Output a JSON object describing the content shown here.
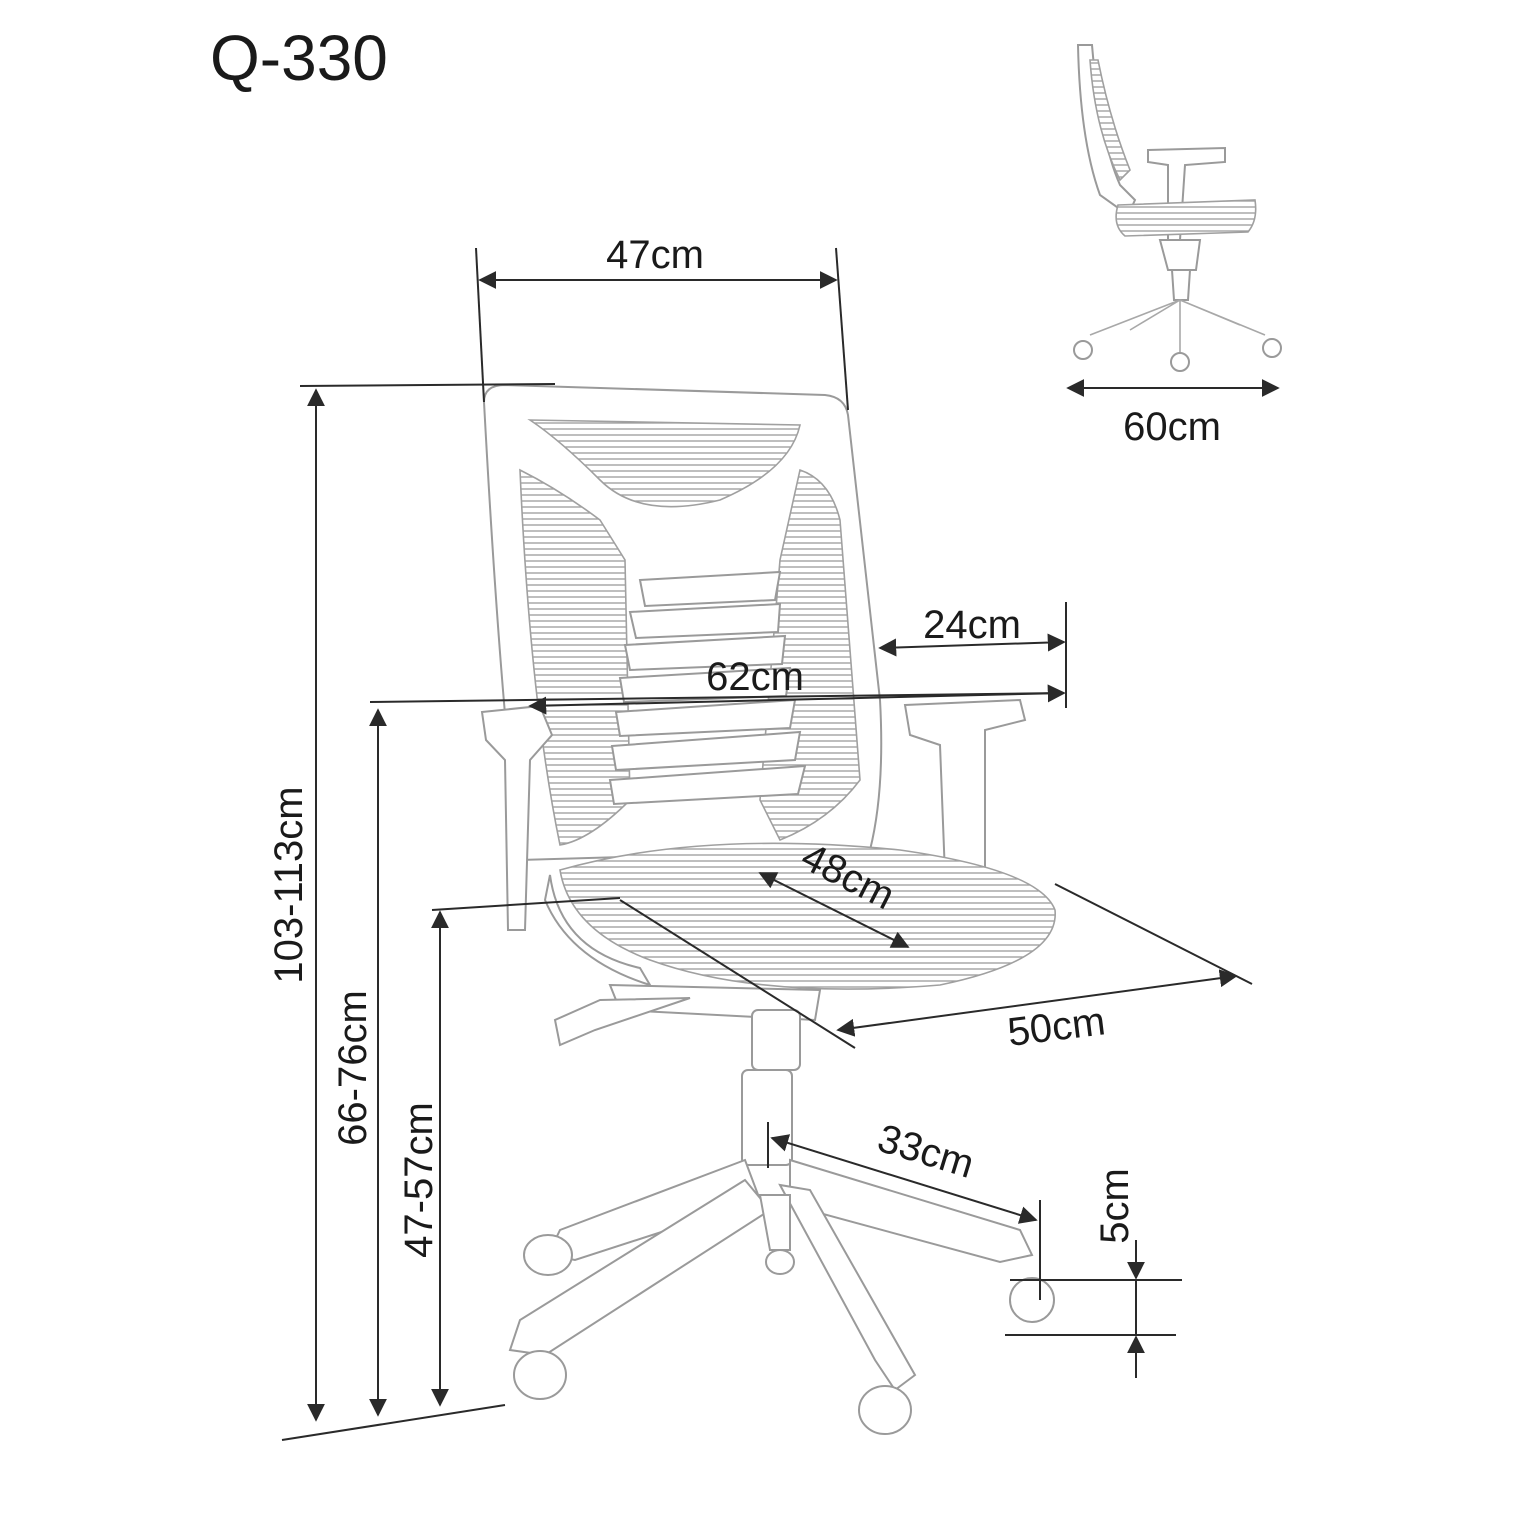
{
  "model_title": "Q-330",
  "dimensions": {
    "backrest_width": "47cm",
    "base_diameter": "60cm",
    "armrest_depth": "24cm",
    "width_at_armrests": "62cm",
    "total_height": "103-113cm",
    "armrest_height": "66-76cm",
    "seat_height": "47-57cm",
    "seat_width": "48cm",
    "seat_depth": "50cm",
    "base_leg_length": "33cm",
    "caster_height": "5cm"
  }
}
